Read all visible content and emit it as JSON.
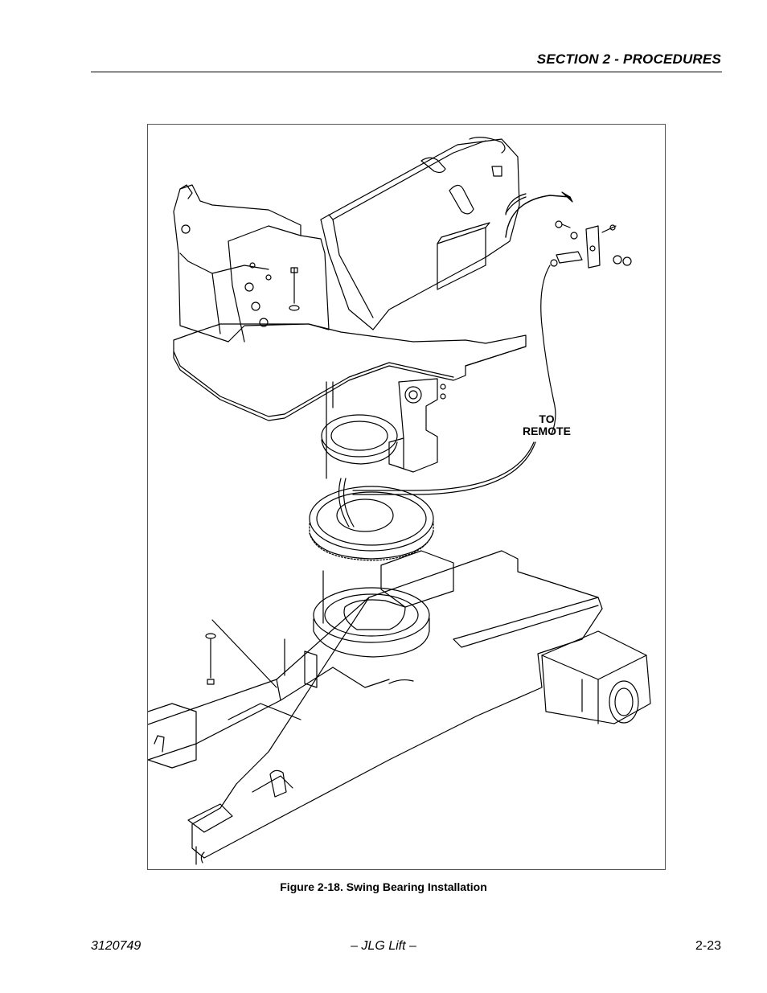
{
  "header": {
    "section_title": "SECTION 2 - PROCEDURES"
  },
  "figure": {
    "callout_line1": "TO",
    "callout_line2": "REMOTE",
    "caption": "Figure 2-18.  Swing Bearing Installation"
  },
  "footer": {
    "doc_number": "3120749",
    "center_text": "– JLG Lift –",
    "page_number": "2-23"
  }
}
